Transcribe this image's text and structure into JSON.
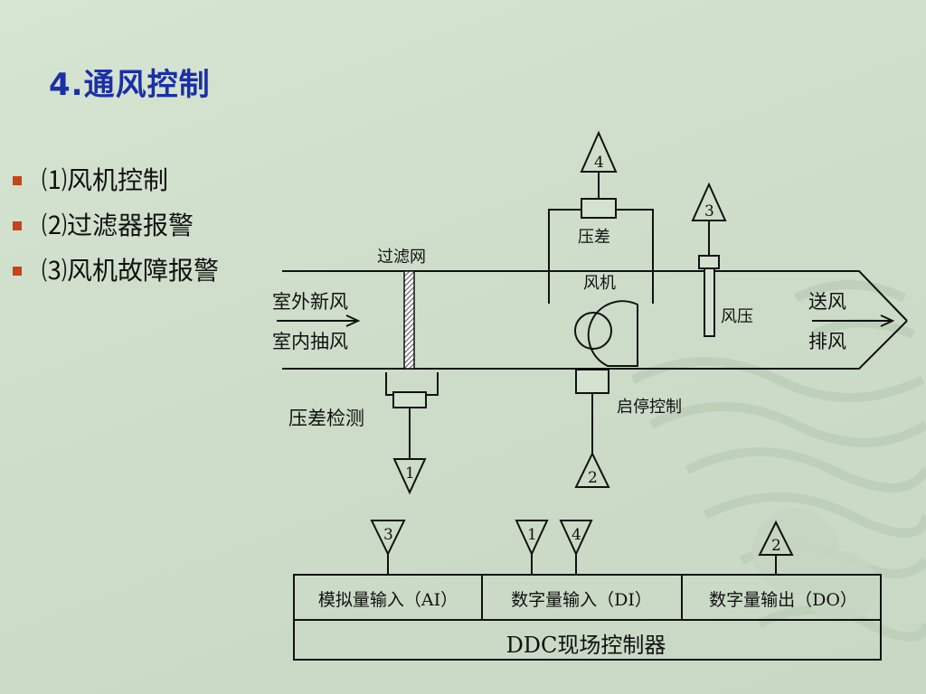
{
  "slide": {
    "title": "4.通风控制",
    "bullets": [
      "⑴风机控制",
      "⑵过滤器报警",
      "⑶风机故障报警"
    ]
  },
  "diagram": {
    "labels": {
      "filter": "过滤网",
      "outdoor_air": "室外新风",
      "indoor_exhaust": "室内抽风",
      "diff_pressure_detect": "压差检测",
      "diff_pressure": "压差",
      "fan": "风机",
      "wind_pressure": "风压",
      "start_stop": "启停控制",
      "supply_air": "送风",
      "exhaust_air": "排风"
    },
    "point_tags": {
      "filter_dp": "1",
      "fan_start_stop": "2",
      "duct_pressure": "3",
      "fan_dp": "4"
    },
    "controller": {
      "inputs": [
        {
          "label": "模拟量输入（AI）",
          "tags": [
            "3"
          ]
        },
        {
          "label": "数字量输入（DI）",
          "tags": [
            "1",
            "4"
          ]
        },
        {
          "label": "数字量输出（DO）",
          "tags": [
            "2"
          ]
        }
      ],
      "name": "DDC现场控制器"
    }
  },
  "colors": {
    "title": "#1a2fa8",
    "bullet_marker": "#c8421a",
    "background": "#cfdfcb",
    "lines": "#111111"
  }
}
